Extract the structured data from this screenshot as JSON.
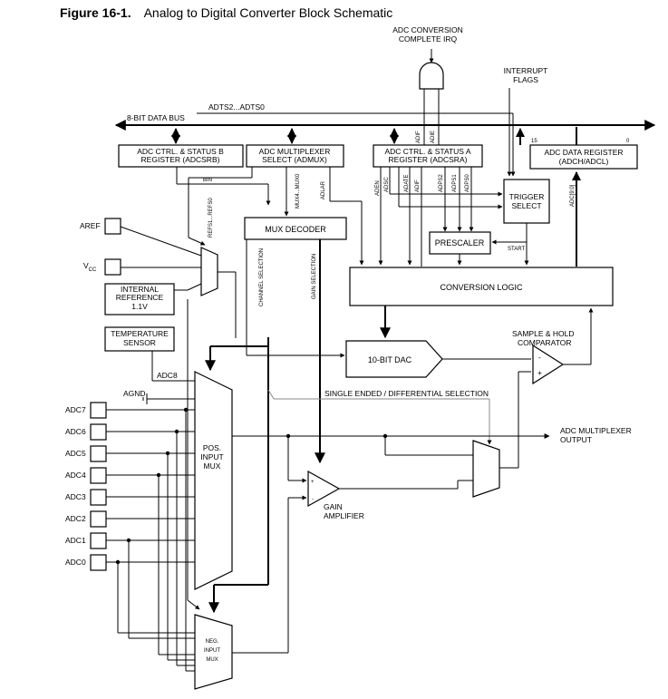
{
  "figure": {
    "number": "Figure 16-1.",
    "caption": "Analog to Digital Converter Block Schematic"
  },
  "irq": {
    "line1": "ADC CONVERSION",
    "line2": "COMPLETE IRQ"
  },
  "interrupt_flags": {
    "line1": "INTERRUPT",
    "line2": "FLAGS"
  },
  "bus": {
    "label": "8-BIT DATA BUS",
    "adts": "ADTS2...ADTS0"
  },
  "blocks": {
    "adcsrb": {
      "line1": "ADC CTRL. & STATUS B",
      "line2": "REGISTER (ADCSRB)"
    },
    "admux": {
      "line1": "ADC MULTIPLEXER",
      "line2": "SELECT (ADMUX)"
    },
    "adcsra": {
      "line1": "ADC CTRL. & STATUS A",
      "line2": "REGISTER (ADCSRA)"
    },
    "adcdata": {
      "line1": "ADC DATA REGISTER",
      "line2": "(ADCH/ADCL)",
      "bit_hi": "15",
      "bit_lo": "0"
    },
    "trigger": {
      "line1": "TRIGGER",
      "line2": "SELECT"
    },
    "mux_decoder": "MUX DECODER",
    "prescaler": "PRESCALER",
    "conversion_logic": "CONVERSION LOGIC",
    "int_ref": {
      "line1": "INTERNAL",
      "line2": "REFERENCE",
      "line3": "1.1V"
    },
    "temp_sensor": {
      "line1": "TEMPERATURE",
      "line2": "SENSOR"
    },
    "dac": "10-BIT DAC",
    "pos_mux": {
      "line1": "POS.",
      "line2": "INPUT",
      "line3": "MUX"
    },
    "neg_mux": {
      "line1": "NEG.",
      "line2": "INPUT",
      "line3": "MUX"
    }
  },
  "signals": {
    "bin": "BIN",
    "mux4_0": "MUX4...MUX0",
    "adlar": "ADLAR",
    "refs": "REFS1...REFS0",
    "aden": "ADEN",
    "adsc": "ADSC",
    "adate": "ADATE",
    "adif": "ADIF",
    "adps2": "ADPS2",
    "adps1": "ADPS1",
    "adps0": "ADPS0",
    "adif_top": "ADIF",
    "adie_top": "ADIE",
    "adc9_0": "ADC[9:0]",
    "start": "START",
    "channel_selection": "CHANNEL SELECTION",
    "gain_selection": "GAIN SELECTION",
    "single_diff": "SINGLE ENDED / DIFFERENTIAL SELECTION",
    "adc8": "ADC8",
    "agnd": "AGND"
  },
  "inputs": {
    "aref": "AREF",
    "vcc": "V",
    "vcc_sub": "CC",
    "channels": [
      "ADC7",
      "ADC6",
      "ADC5",
      "ADC4",
      "ADC3",
      "ADC2",
      "ADC1",
      "ADC0"
    ]
  },
  "sample_hold": {
    "line1": "SAMPLE & HOLD",
    "line2": "COMPARATOR"
  },
  "gain_amp": {
    "line1": "GAIN",
    "line2": "AMPLIFIER"
  },
  "mux_output": {
    "line1": "ADC MULTIPLEXER",
    "line2": "OUTPUT"
  }
}
